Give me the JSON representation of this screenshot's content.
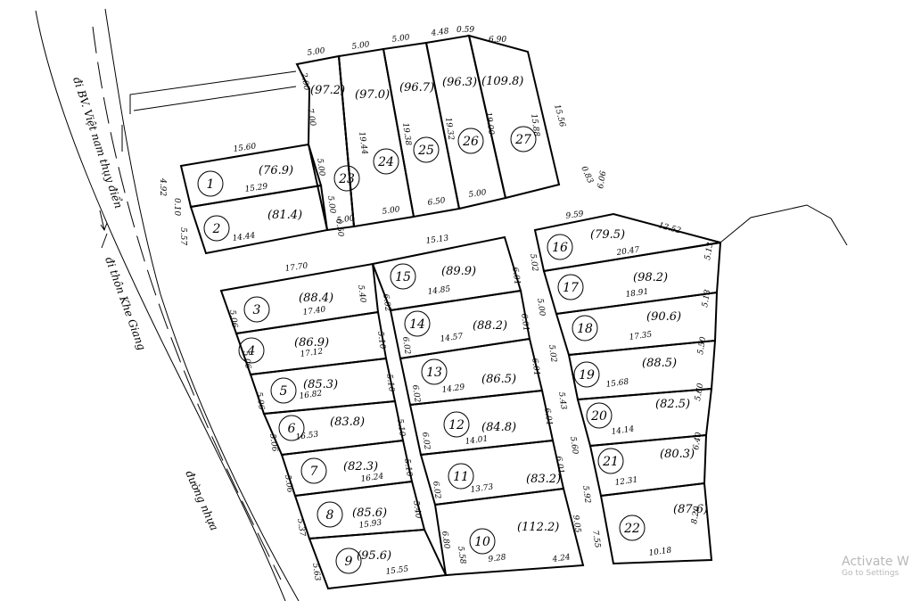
{
  "roads": {
    "to_hospital": "đi BV. Việt nam thụy điển",
    "to_village": "đi thôn Khe Giang",
    "asphalt": "đường nhựa"
  },
  "lots": [
    {
      "no": "1",
      "area": "(76.9)"
    },
    {
      "no": "2",
      "area": "(81.4)"
    },
    {
      "no": "3",
      "area": "(88.4)"
    },
    {
      "no": "4",
      "area": "(86.9)"
    },
    {
      "no": "5",
      "area": "(85.3)"
    },
    {
      "no": "6",
      "area": "(83.8)"
    },
    {
      "no": "7",
      "area": "(82.3)"
    },
    {
      "no": "8",
      "area": "(85.6)"
    },
    {
      "no": "9",
      "area": "(95.6)"
    },
    {
      "no": "10",
      "area": "(112.2)"
    },
    {
      "no": "11",
      "area": "(83.2)"
    },
    {
      "no": "12",
      "area": "(84.8)"
    },
    {
      "no": "13",
      "area": "(86.5)"
    },
    {
      "no": "14",
      "area": "(88.2)"
    },
    {
      "no": "15",
      "area": "(89.9)"
    },
    {
      "no": "16",
      "area": "(79.5)"
    },
    {
      "no": "17",
      "area": "(98.2)"
    },
    {
      "no": "18",
      "area": "(90.6)"
    },
    {
      "no": "19",
      "area": "(88.5)"
    },
    {
      "no": "20",
      "area": "(82.5)"
    },
    {
      "no": "21",
      "area": "(80.3)"
    },
    {
      "no": "22",
      "area": "(87.6)"
    },
    {
      "no": "23",
      "area": "(97.2)"
    },
    {
      "no": "24",
      "area": "(97.0)"
    },
    {
      "no": "25",
      "area": "(96.7)"
    },
    {
      "no": "26",
      "area": "(96.3)"
    },
    {
      "no": "27",
      "area": "(109.8)"
    }
  ],
  "dims": [
    "5.00",
    "5.00",
    "5.00",
    "4.48",
    "0.59",
    "6.90",
    "2.00",
    "7.00",
    "19.44",
    "19.38",
    "19.32",
    "19.00",
    "15.88",
    "15.56",
    "5.00",
    "5.00",
    "5.00",
    "5.00",
    "6.50",
    "5.00",
    "0.50",
    "0.83",
    "6.06",
    "15.60",
    "15.29",
    "4.92",
    "0.10",
    "5.57",
    "14.44",
    "9.59",
    "12.52",
    "20.47",
    "5.13",
    "18.91",
    "5.13",
    "17.35",
    "5.50",
    "15.68",
    "5.60",
    "14.14",
    "6.40",
    "12.31",
    "8.20",
    "10.18",
    "5.02",
    "5.00",
    "5.02",
    "5.43",
    "5.60",
    "5.92",
    "7.55",
    "15.13",
    "6.01",
    "6.01",
    "6.01",
    "6.01",
    "6.01",
    "9.05",
    "6.02",
    "14.85",
    "6.02",
    "14.57",
    "6.02",
    "14.29",
    "6.02",
    "14.01",
    "6.02",
    "13.73",
    "6.80",
    "5.58",
    "9.28",
    "4.24",
    "17.70",
    "5.40",
    "17.40",
    "5.10",
    "17.12",
    "5.10",
    "16.82",
    "5.10",
    "16.53",
    "5.10",
    "16.24",
    "5.40",
    "15.93",
    "15.55",
    "5.06",
    "5.06",
    "5.06",
    "5.06",
    "5.06",
    "5.37",
    "5.63"
  ],
  "watermark": {
    "line1": "Activate W",
    "line2": "Go to Settings"
  }
}
